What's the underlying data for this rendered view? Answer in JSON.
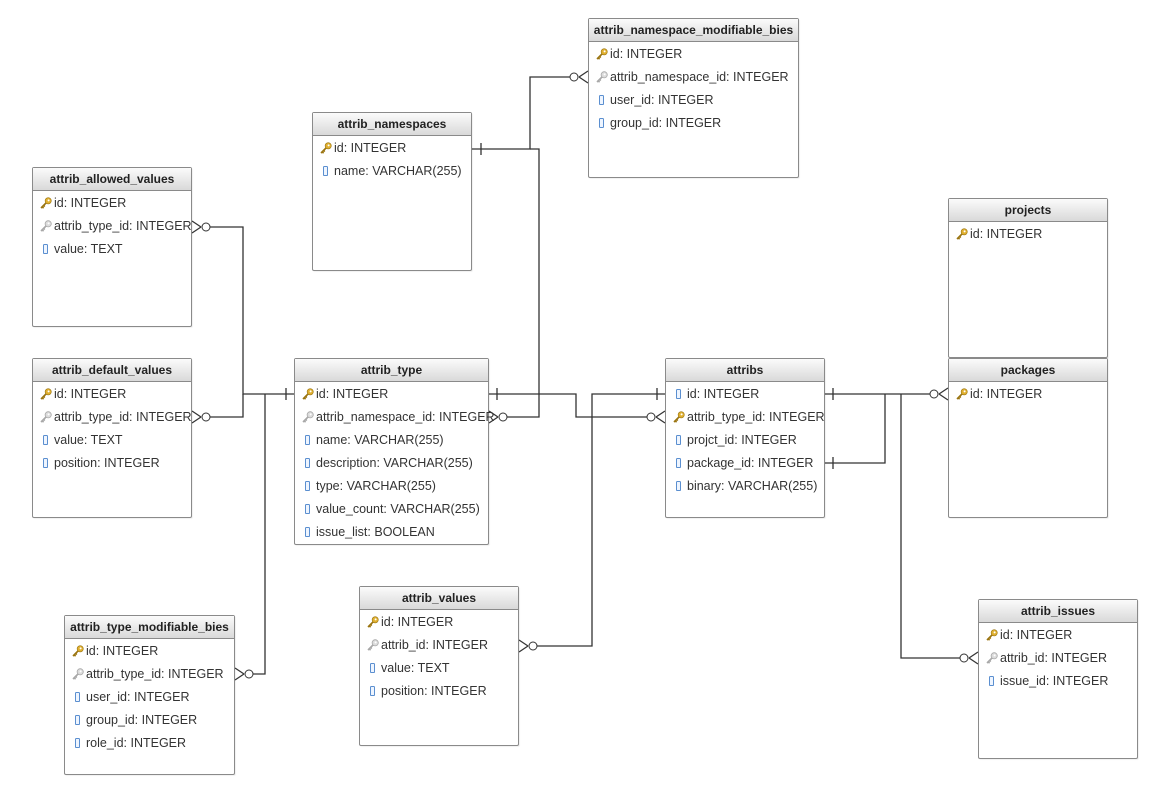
{
  "colors": {
    "pk_key": "#e0b030",
    "fk_key": "#a8a8a8",
    "attr_icon": "#5b8fd0",
    "line": "#333333",
    "header_top": "#fbfbfb",
    "header_bottom": "#d9d9d9"
  },
  "tables": {
    "attrib_namespace_modifiable_bies": {
      "title": "attrib_namespace_modifiable_bies",
      "fields": [
        {
          "label": "id: INTEGER",
          "icon": "primary-key"
        },
        {
          "label": "attrib_namespace_id: INTEGER",
          "icon": "foreign-key"
        },
        {
          "label": "user_id: INTEGER",
          "icon": "attribute"
        },
        {
          "label": "group_id: INTEGER",
          "icon": "attribute"
        }
      ]
    },
    "attrib_namespaces": {
      "title": "attrib_namespaces",
      "fields": [
        {
          "label": "id: INTEGER",
          "icon": "primary-key"
        },
        {
          "label": "name: VARCHAR(255)",
          "icon": "attribute"
        }
      ]
    },
    "attrib_allowed_values": {
      "title": "attrib_allowed_values",
      "fields": [
        {
          "label": "id: INTEGER",
          "icon": "primary-key"
        },
        {
          "label": "attrib_type_id: INTEGER",
          "icon": "foreign-key"
        },
        {
          "label": "value: TEXT",
          "icon": "attribute"
        }
      ]
    },
    "projects": {
      "title": "projects",
      "fields": [
        {
          "label": "id: INTEGER",
          "icon": "primary-key"
        }
      ]
    },
    "attrib_default_values": {
      "title": "attrib_default_values",
      "fields": [
        {
          "label": "id: INTEGER",
          "icon": "primary-key"
        },
        {
          "label": "attrib_type_id: INTEGER",
          "icon": "foreign-key"
        },
        {
          "label": "value: TEXT",
          "icon": "attribute"
        },
        {
          "label": "position: INTEGER",
          "icon": "attribute"
        }
      ]
    },
    "attrib_type": {
      "title": "attrib_type",
      "fields": [
        {
          "label": "id: INTEGER",
          "icon": "primary-key"
        },
        {
          "label": "attrib_namespace_id: INTEGER",
          "icon": "foreign-key"
        },
        {
          "label": "name: VARCHAR(255)",
          "icon": "attribute"
        },
        {
          "label": "description: VARCHAR(255)",
          "icon": "attribute"
        },
        {
          "label": "type: VARCHAR(255)",
          "icon": "attribute"
        },
        {
          "label": "value_count: VARCHAR(255)",
          "icon": "attribute"
        },
        {
          "label": "issue_list: BOOLEAN",
          "icon": "attribute"
        }
      ]
    },
    "attribs": {
      "title": "attribs",
      "fields": [
        {
          "label": "id: INTEGER",
          "icon": "attribute"
        },
        {
          "label": "attrib_type_id: INTEGER",
          "icon": "primary-key"
        },
        {
          "label": "projct_id: INTEGER",
          "icon": "attribute"
        },
        {
          "label": "package_id: INTEGER",
          "icon": "attribute"
        },
        {
          "label": "binary: VARCHAR(255)",
          "icon": "attribute"
        }
      ]
    },
    "packages": {
      "title": "packages",
      "fields": [
        {
          "label": "id: INTEGER",
          "icon": "primary-key"
        }
      ]
    },
    "attrib_values": {
      "title": "attrib_values",
      "fields": [
        {
          "label": "id: INTEGER",
          "icon": "primary-key"
        },
        {
          "label": "attrib_id: INTEGER",
          "icon": "foreign-key"
        },
        {
          "label": "value: TEXT",
          "icon": "attribute"
        },
        {
          "label": "position: INTEGER",
          "icon": "attribute"
        }
      ]
    },
    "attrib_type_modifiable_bies": {
      "title": "attrib_type_modifiable_bies",
      "fields": [
        {
          "label": "id: INTEGER",
          "icon": "primary-key"
        },
        {
          "label": "attrib_type_id: INTEGER",
          "icon": "foreign-key"
        },
        {
          "label": "user_id: INTEGER",
          "icon": "attribute"
        },
        {
          "label": "group_id: INTEGER",
          "icon": "attribute"
        },
        {
          "label": "role_id: INTEGER",
          "icon": "attribute"
        }
      ]
    },
    "attrib_issues": {
      "title": "attrib_issues",
      "fields": [
        {
          "label": "id: INTEGER",
          "icon": "primary-key"
        },
        {
          "label": "attrib_id: INTEGER",
          "icon": "foreign-key"
        },
        {
          "label": "issue_id: INTEGER",
          "icon": "attribute"
        }
      ]
    }
  }
}
